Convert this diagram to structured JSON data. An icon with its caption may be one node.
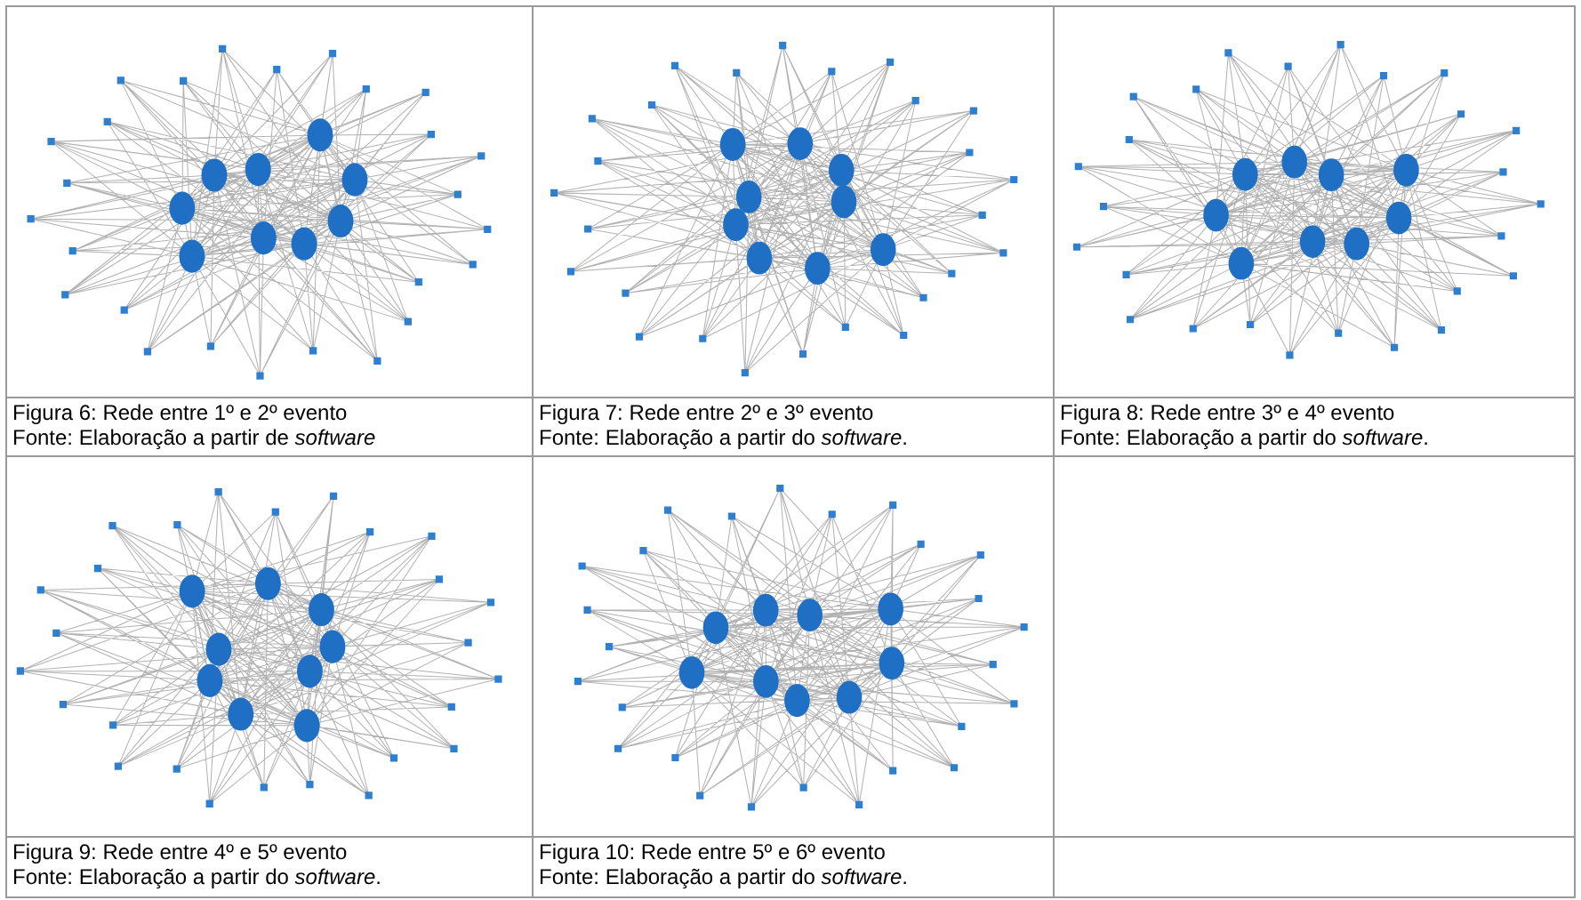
{
  "diagram": {
    "labels": [
      "Figura 6: Rede entre 1º e 2º evento",
      "Fonte: Elaboração a partir de *software*",
      "Figura 7: Rede entre 2º e 3º evento",
      "Fonte: Elaboração a partir do *software*.",
      "Figura 8: Rede entre 3º e 4º evento",
      "Fonte: Elaboração a partir do *software*.",
      "Figura 9: Rede entre 4º e 5º evento",
      "Fonte: Elaboração a partir do *software*.",
      "Figura 10: Rede entre 5º e 6º evento",
      "Fonte: Elaboração a partir do *software*."
    ]
  }
}
